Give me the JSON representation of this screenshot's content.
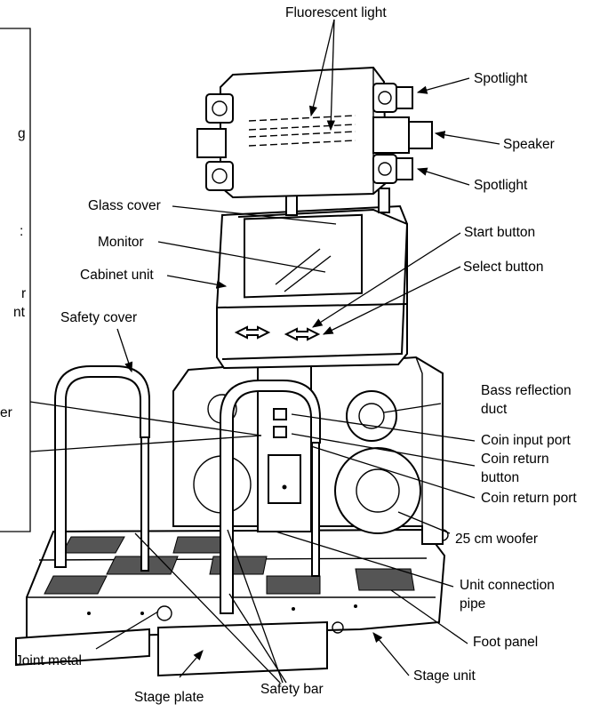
{
  "labels": {
    "fluorescent_light": "Fluorescent light",
    "spotlight_top": "Spotlight",
    "speaker": "Speaker",
    "spotlight_bottom": "Spotlight",
    "glass_cover": "Glass cover",
    "monitor": "Monitor",
    "start_button": "Start button",
    "cabinet_unit": "Cabinet unit",
    "select_button": "Select button",
    "safety_cover": "Safety cover",
    "bass_reflection_duct_line1": "Bass reflection",
    "bass_reflection_duct_line2": "duct",
    "coin_input_port": "Coin input port",
    "coin_return_button_line1": "Coin return",
    "coin_return_button_line2": "button",
    "coin_return_port": "Coin return port",
    "woofer": "25 cm woofer",
    "unit_connection_pipe_line1": "Unit connection",
    "unit_connection_pipe_line2": "pipe",
    "joint_metal": "Joint metal",
    "foot_panel": "Foot panel",
    "stage_unit": "Stage unit",
    "stage_plate": "Stage plate",
    "safety_bar": "Safety bar"
  },
  "cut_text": {
    "frag1": "g",
    "frag2": ":",
    "frag3": "r",
    "frag4": "nt",
    "frag5": "er"
  }
}
